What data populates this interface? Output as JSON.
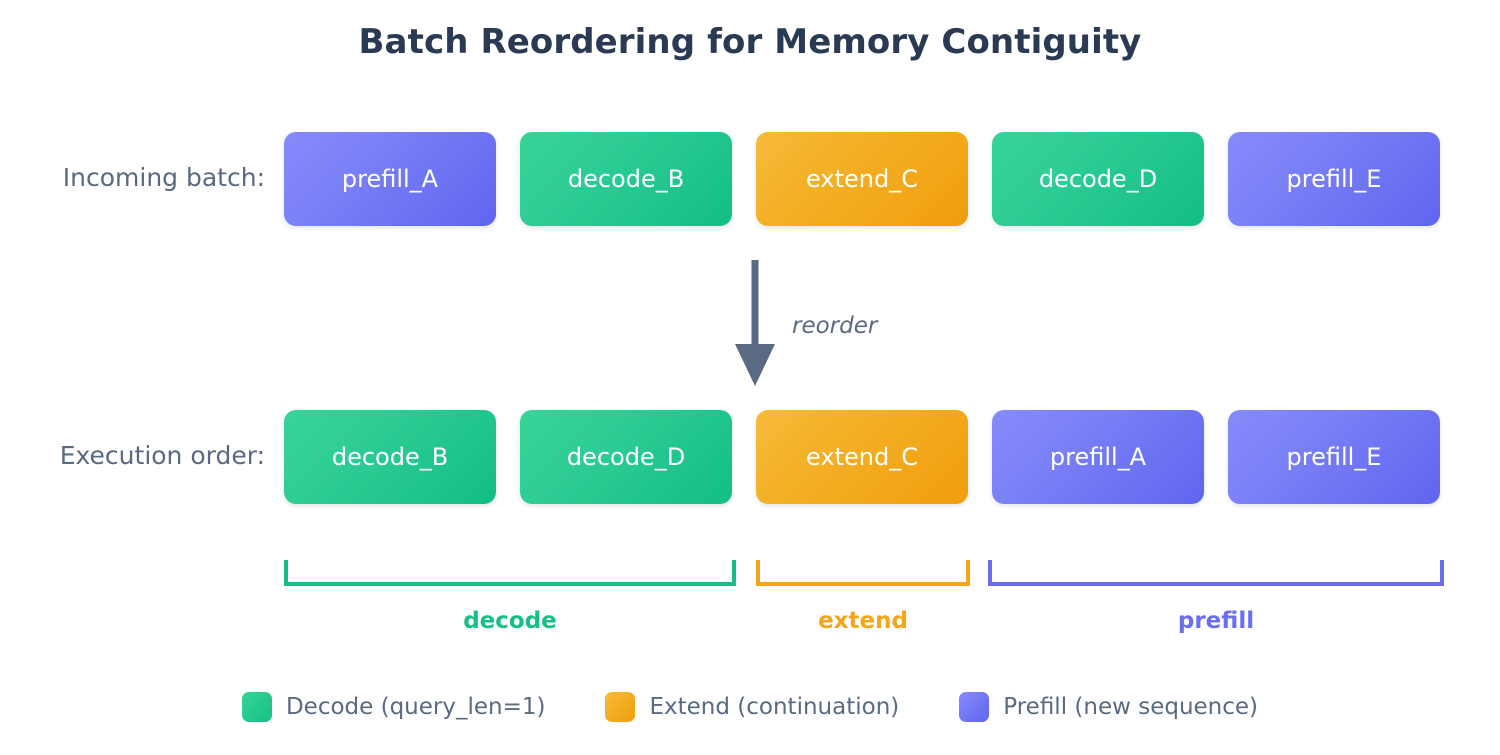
{
  "title": "Batch Reordering for Memory Contiguity",
  "rows": {
    "incoming": {
      "label": "Incoming batch:",
      "boxes": [
        {
          "text": "prefill_A",
          "kind": "prefill"
        },
        {
          "text": "decode_B",
          "kind": "decode"
        },
        {
          "text": "extend_C",
          "kind": "extend"
        },
        {
          "text": "decode_D",
          "kind": "decode"
        },
        {
          "text": "prefill_E",
          "kind": "prefill"
        }
      ]
    },
    "execution": {
      "label": "Execution order:",
      "boxes": [
        {
          "text": "decode_B",
          "kind": "decode"
        },
        {
          "text": "decode_D",
          "kind": "decode"
        },
        {
          "text": "extend_C",
          "kind": "extend"
        },
        {
          "text": "prefill_A",
          "kind": "prefill"
        },
        {
          "text": "prefill_E",
          "kind": "prefill"
        }
      ]
    }
  },
  "arrow": {
    "caption": "reorder",
    "icon": "arrow-down-icon",
    "color": "#5a6a82"
  },
  "groups": [
    {
      "label": "decode",
      "color": "#16bf83"
    },
    {
      "label": "extend",
      "color": "#f5a516"
    },
    {
      "label": "prefill",
      "color": "#6b6ef2"
    }
  ],
  "legend": [
    {
      "label": "Decode (query_len=1)",
      "color": "#17c084"
    },
    {
      "label": "Extend (continuation)",
      "color": "#f4ac1f"
    },
    {
      "label": "Prefill (new sequence)",
      "color": "#7177f3"
    }
  ],
  "colors": {
    "title": "#2b3a53",
    "label": "#5a6a82",
    "background": "#ffffff",
    "decode": "#17c084",
    "extend": "#f4ac1f",
    "prefill": "#7177f3"
  }
}
